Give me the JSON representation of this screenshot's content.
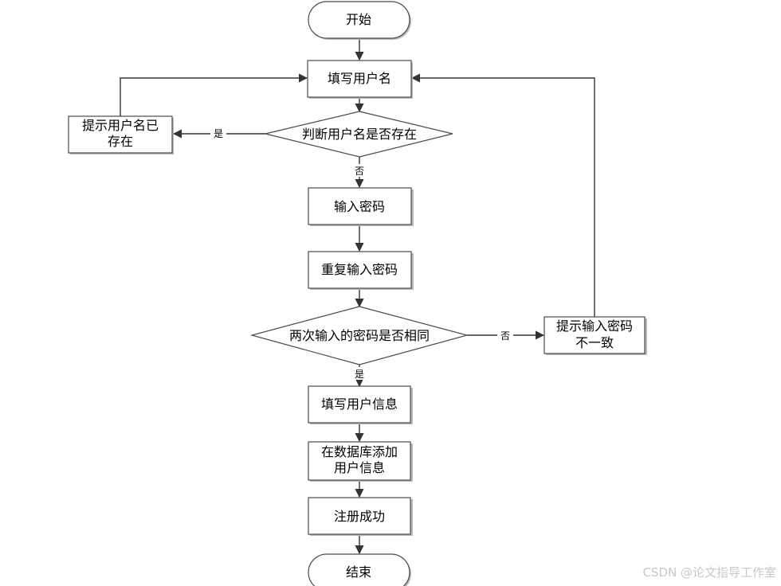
{
  "diagram": {
    "nodes": {
      "start": "开始",
      "fill_username": "填写用户名",
      "check_exists": "判断用户名是否存在",
      "name_exists_msg": [
        "提示用户名已",
        "存在"
      ],
      "input_password": "输入密码",
      "repeat_password": "重复输入密码",
      "compare_passwords": "两次输入的密码是否相同",
      "mismatch_msg": [
        "提示输入密码",
        "不一致"
      ],
      "fill_user_info": "填写用户信息",
      "add_to_db": [
        "在数据库添加",
        "用户信息"
      ],
      "register_success": "注册成功",
      "end": "结束"
    },
    "edge_labels": {
      "exists_yes": "是",
      "exists_no": "否",
      "same_no": "否",
      "same_yes": "是"
    }
  },
  "watermark": "CSDN @论文指导工作室",
  "colors": {
    "stroke": "#4a4a4a",
    "shadow": "#b9b9b9",
    "watermark": "#c8c8c8"
  }
}
